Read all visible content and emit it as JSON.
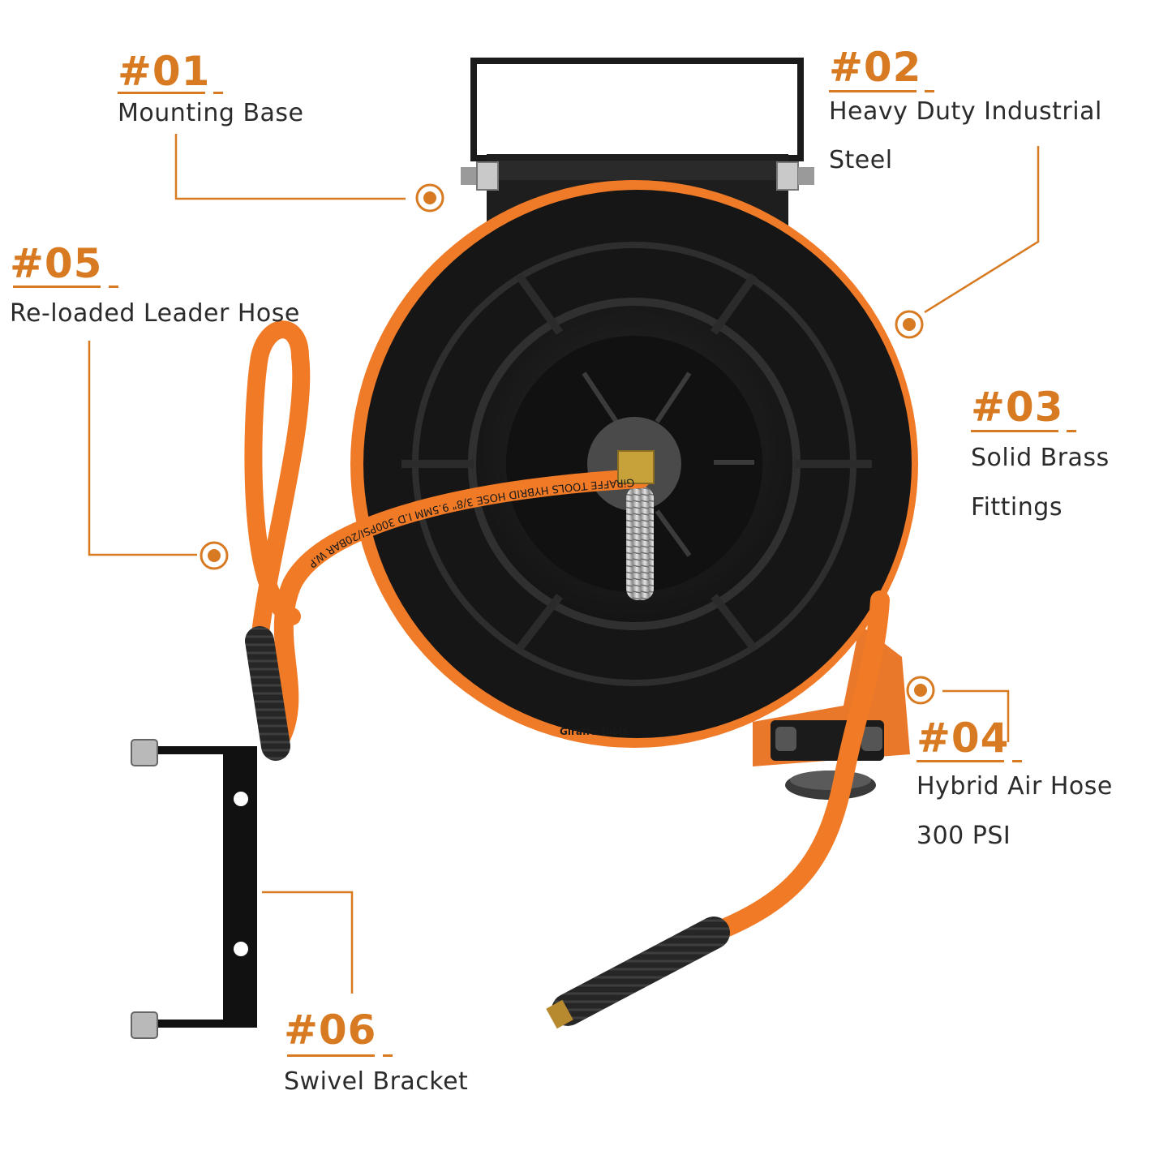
{
  "colors": {
    "accent": "#d77a22",
    "hose": "#f07a26",
    "reel_black": "#1c1c1c",
    "label_text": "#2b2b2b"
  },
  "product_text": {
    "hose_print": "GiRAFFE TOOLS  HYBRID HOSE 3/8\" 9.5MM I.D 300PSI/20BAR W.P",
    "rim_print": "Giraffe Tools"
  },
  "callouts": [
    {
      "id": "01",
      "number": "#01",
      "lines": [
        "Mounting Base"
      ]
    },
    {
      "id": "02",
      "number": "#02",
      "lines": [
        "Heavy Duty Industrial",
        "Steel"
      ]
    },
    {
      "id": "03",
      "number": "#03",
      "lines": [
        "Solid Brass",
        "Fittings"
      ]
    },
    {
      "id": "04",
      "number": "#04",
      "lines": [
        "Hybrid Air Hose",
        "300 PSI"
      ]
    },
    {
      "id": "05",
      "number": "#05",
      "lines": [
        "Re-loaded Leader Hose"
      ]
    },
    {
      "id": "06",
      "number": "#06",
      "lines": [
        "Swivel Bracket"
      ]
    }
  ],
  "icons": [
    "target-marker-icon"
  ]
}
